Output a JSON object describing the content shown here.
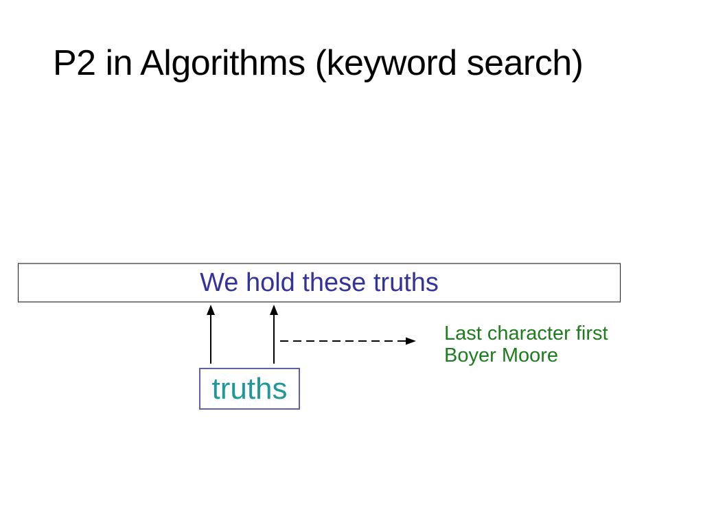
{
  "slide": {
    "title": "P2 in Algorithms (keyword search)",
    "sentence_box": {
      "text": "We hold these truths"
    },
    "keyword_box": {
      "text": "truths"
    },
    "annotation": {
      "line1": "Last character first",
      "line2": "Boyer Moore"
    }
  },
  "colors": {
    "background": "#FFFFFF",
    "title_text": "#000000",
    "sentence_text": "#333399",
    "sentence_box_border": "#808080",
    "keyword_text": "#1F9898",
    "keyword_box_border": "#5F5FA8",
    "annotation_text": "#1E7B1E",
    "arrow": "#000000"
  }
}
